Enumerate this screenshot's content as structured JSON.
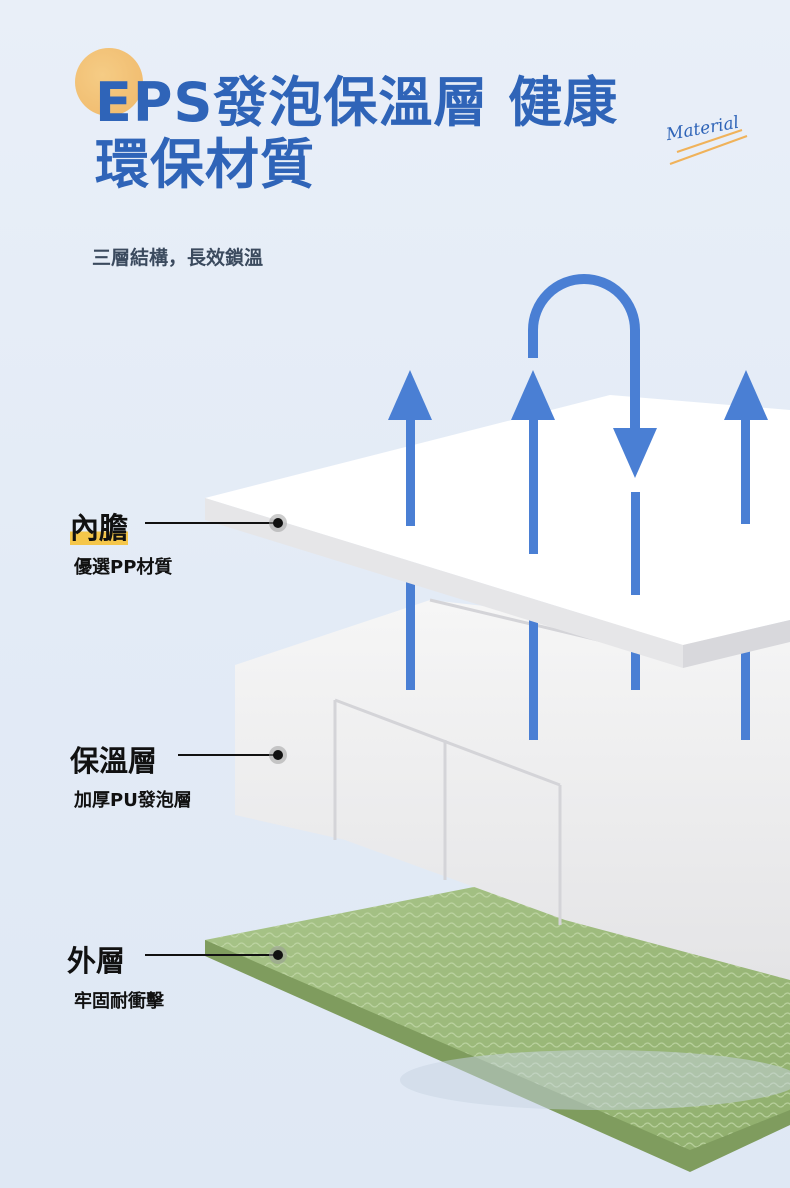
{
  "title_line1": "EPS發泡保溫層 健康",
  "title_line2": "環保材質",
  "subtitle": "三層結構，長效鎖溫",
  "logo_text": "Material",
  "layers": [
    {
      "name": "內膽",
      "desc": "優選PP材質"
    },
    {
      "name": "保溫層",
      "desc": "加厚PU發泡層"
    },
    {
      "name": "外層",
      "desc": "牢固耐衝擊"
    }
  ],
  "colors": {
    "title": "#2f64b8",
    "arrow": "#4a7fd4",
    "accent": "#f0b25a",
    "outer": "#9cb87a"
  }
}
